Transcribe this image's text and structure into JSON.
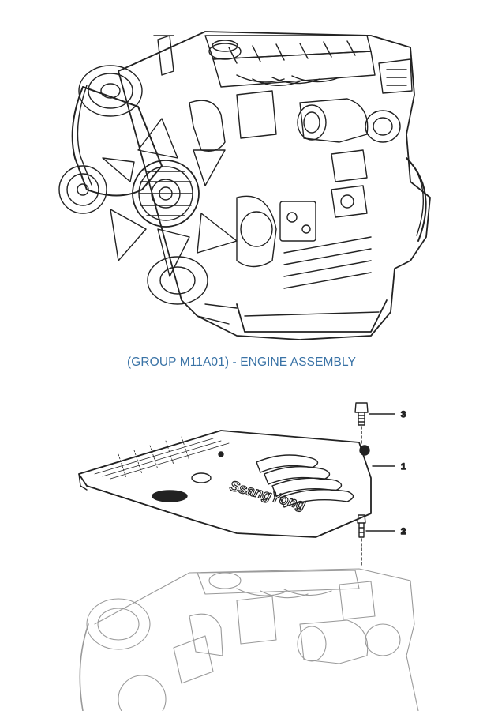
{
  "figures": [
    {
      "callouts": []
    },
    {
      "callouts": [
        {
          "label": "3"
        },
        {
          "label": "1"
        },
        {
          "label": "2"
        }
      ]
    }
  ],
  "caption": "(GROUP M11A01) - ENGINE ASSEMBLY",
  "cover_logo_text": "SsangYong",
  "colors": {
    "caption": "#3a73a6",
    "line": "#222222",
    "background": "#ffffff"
  }
}
